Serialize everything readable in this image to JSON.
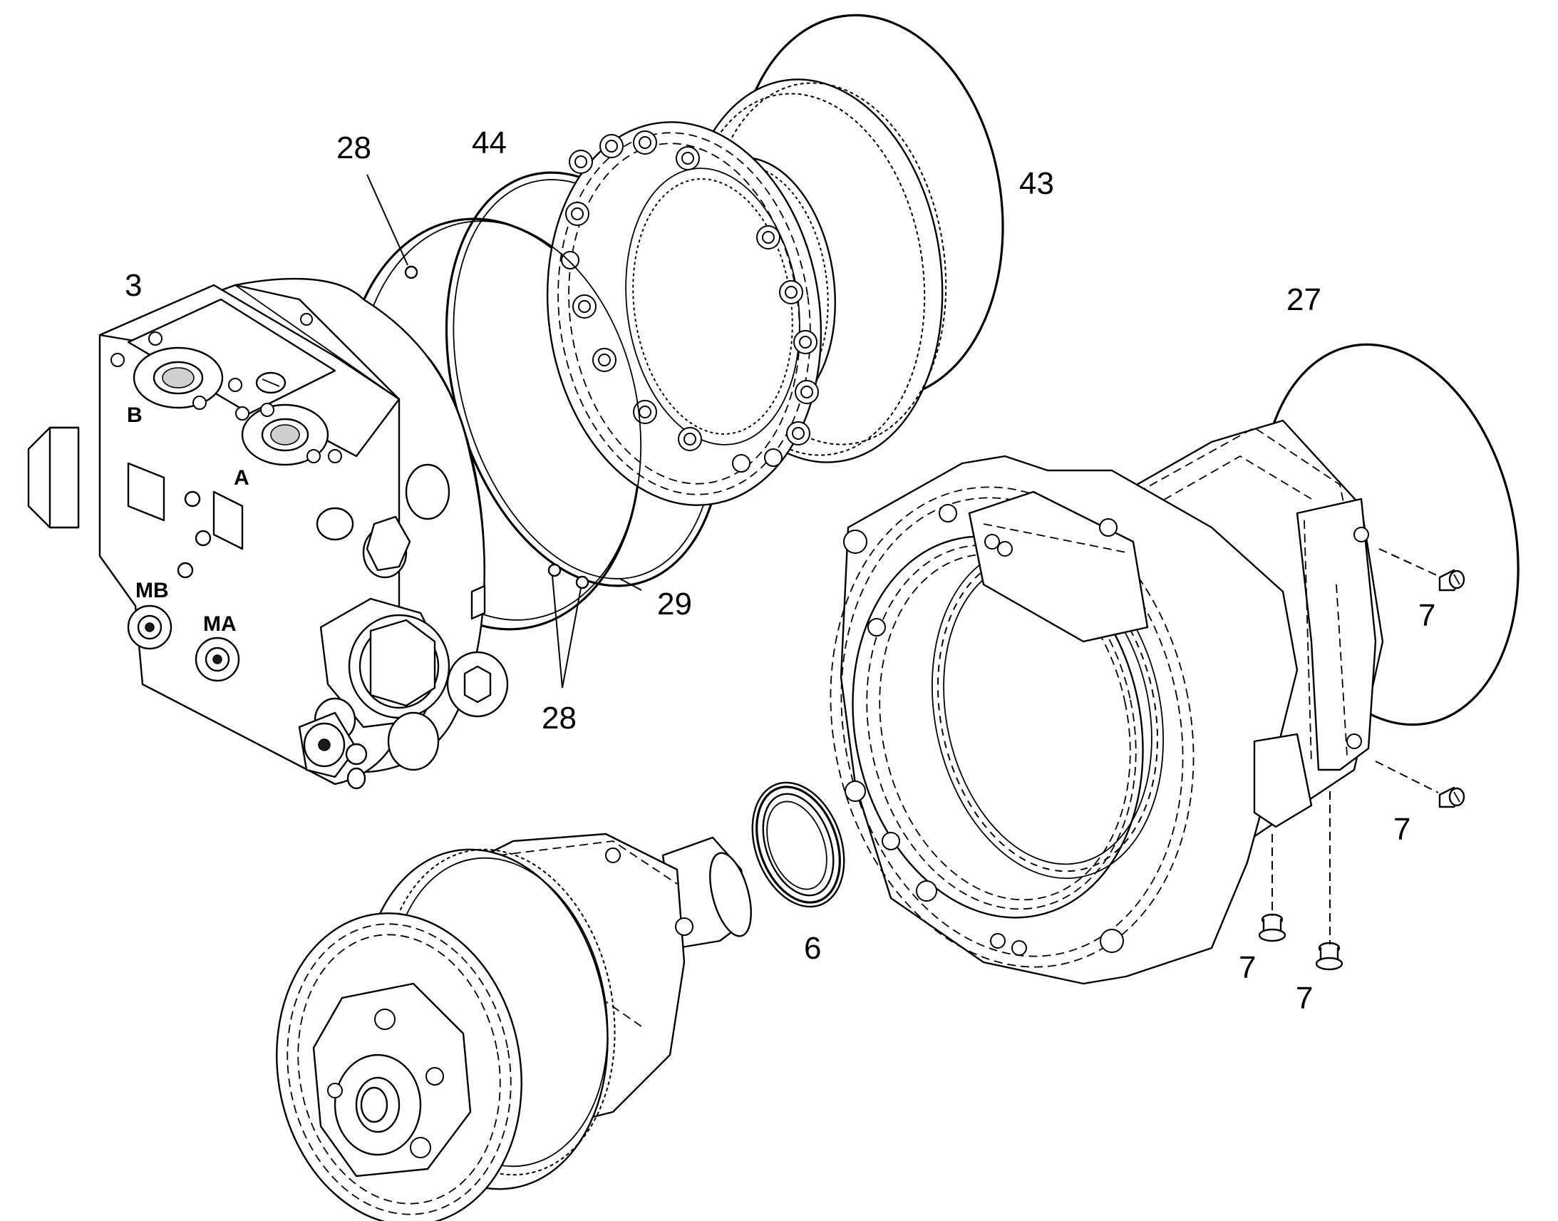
{
  "callouts": [
    {
      "id": "3",
      "text": "3"
    },
    {
      "id": "28a",
      "text": "28"
    },
    {
      "id": "44",
      "text": "44"
    },
    {
      "id": "43",
      "text": "43"
    },
    {
      "id": "27",
      "text": "27"
    },
    {
      "id": "29",
      "text": "29"
    },
    {
      "id": "28b",
      "text": "28"
    },
    {
      "id": "6",
      "text": "6"
    },
    {
      "id": "7a",
      "text": "7"
    },
    {
      "id": "7b",
      "text": "7"
    },
    {
      "id": "7c",
      "text": "7"
    },
    {
      "id": "7d",
      "text": "7"
    }
  ],
  "port_marks": {
    "b": "B",
    "a": "A",
    "mb": "MB",
    "ma": "MA"
  }
}
